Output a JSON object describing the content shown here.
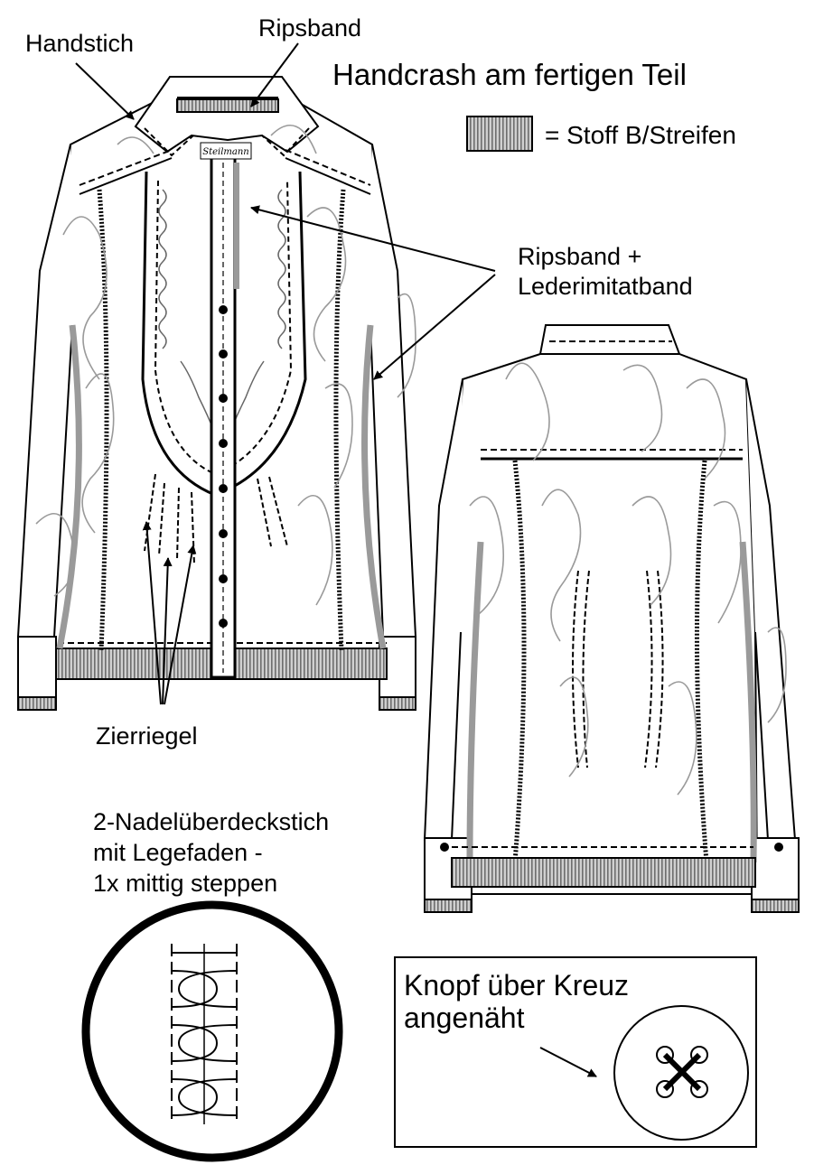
{
  "title": "Handcrash am fertigen Teil",
  "legend": {
    "swatch_label": "= Stoff B/Streifen",
    "swatch_color": "#b8b8b8"
  },
  "labels": {
    "handstich": "Handstich",
    "ripsband": "Ripsband",
    "ripsband_leder_line1": "Ripsband +",
    "ripsband_leder_line2": "Lederimitatband",
    "zierriegel": "Zierriegel",
    "nadel_line1": "2-Nadelüberdeckstich",
    "nadel_line2": "mit Legefaden -",
    "nadel_line3": "1x mittig steppen",
    "knopf_line1": "Knopf über Kreuz",
    "knopf_line2": "angenäht"
  },
  "logo_text": "Steilmann",
  "colors": {
    "line": "#000000",
    "crash": "#9a9a9a",
    "stripe": "#b8b8b8"
  },
  "icons": [
    "arrow-icon",
    "button-icon",
    "stitch-detail-icon"
  ]
}
